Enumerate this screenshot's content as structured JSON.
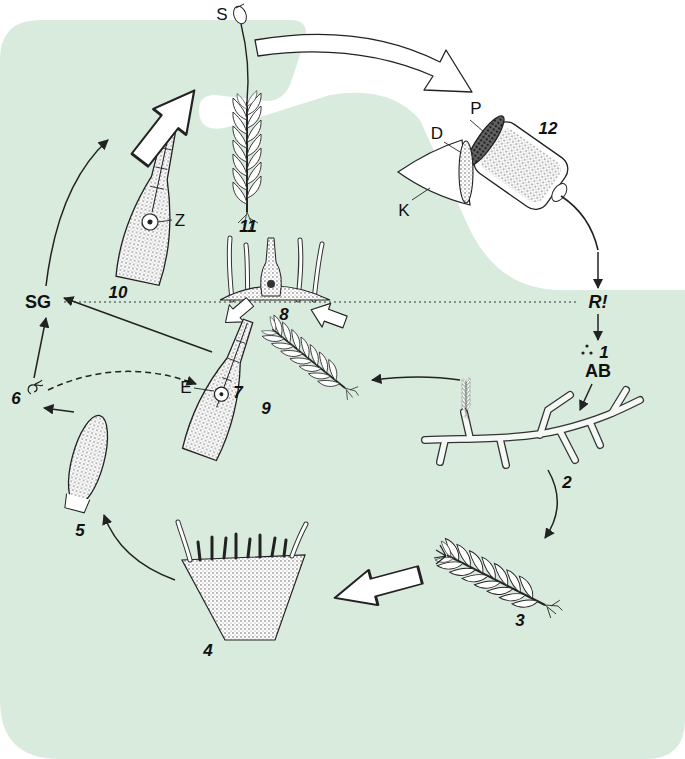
{
  "diagram": {
    "labels": [
      "S",
      "11",
      "D",
      "P",
      "12",
      "K",
      "R!",
      "1",
      "AB",
      "2",
      "3",
      "4",
      "5",
      "6",
      "7",
      "8",
      "9",
      "E",
      "10",
      "Z",
      "SG"
    ]
  }
}
